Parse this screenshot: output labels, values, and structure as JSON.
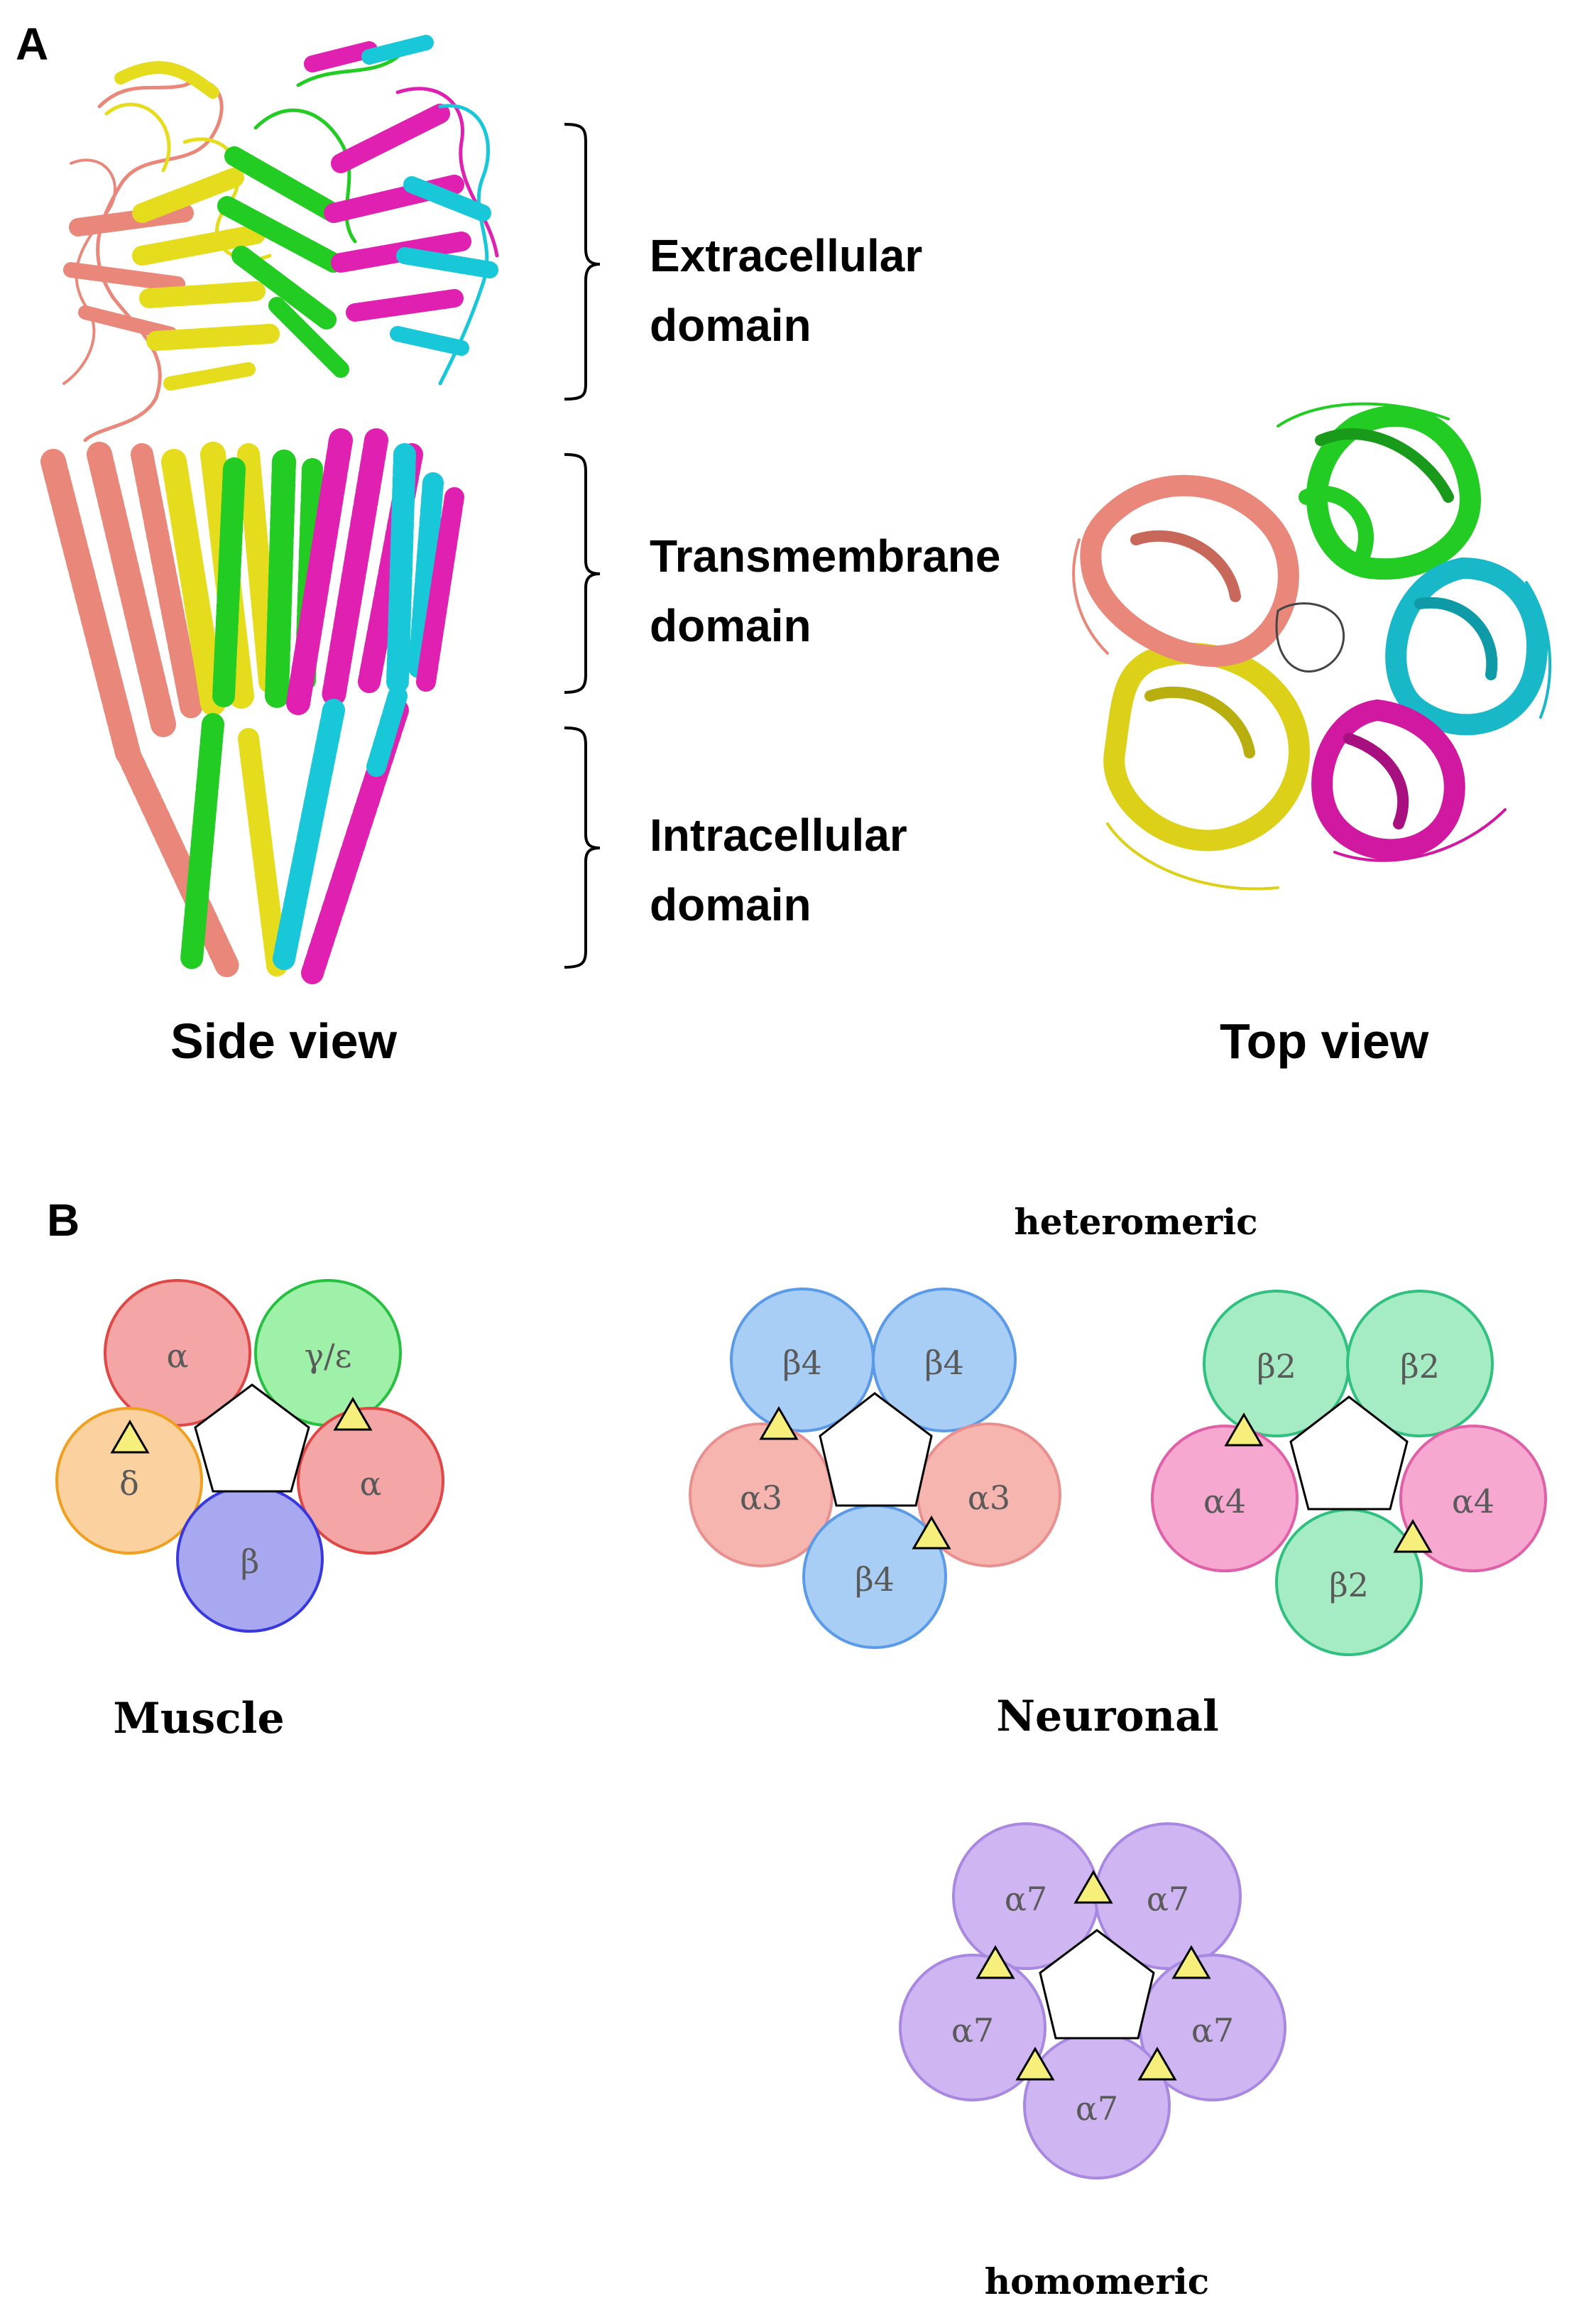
{
  "panel_a": {
    "label": "A",
    "domains": {
      "extracellular": [
        "Extracellular",
        "domain"
      ],
      "transmembrane": [
        "Transmembrane",
        "domain"
      ],
      "intracellular": [
        "Intracellular",
        "domain"
      ]
    },
    "side_view": "Side view",
    "top_view": "Top view",
    "colors": {
      "salmon": "#e8877a",
      "yellow": "#e6dc1e",
      "green": "#22cc22",
      "magenta": "#e020b0",
      "cyan": "#18c8d8"
    }
  },
  "panel_b": {
    "label": "B",
    "heteromeric": "heteromeric",
    "homomeric": "homomeric",
    "muscle": "Muscle",
    "neuronal": "Neuronal",
    "muscle_subunits": [
      "α",
      "γ/ε",
      "α",
      "β",
      "δ"
    ],
    "neuronal_a3b4": [
      "β4",
      "β4",
      "α3",
      "β4",
      "α3"
    ],
    "neuronal_a4b2": [
      "β2",
      "β2",
      "α4",
      "β2",
      "α4"
    ],
    "homomeric_a7": [
      "α7",
      "α7",
      "α7",
      "α7",
      "α7"
    ],
    "subunit_colors": {
      "alpha": "#f4a6a6",
      "alpha_stroke": "#e04848",
      "gamma": "#9ff0a8",
      "gamma_stroke": "#28c040",
      "delta": "#fbd1a0",
      "delta_stroke": "#f0a020",
      "beta": "#a8a8f0",
      "beta_stroke": "#3838e0",
      "b4": "#a9cef5",
      "b4_stroke": "#5a9ae8",
      "a3": "#f7b5b0",
      "a3_stroke": "#e89090",
      "b2": "#a5ecc4",
      "b2_stroke": "#30c080",
      "a4": "#f7a8d0",
      "a4_stroke": "#e060a8",
      "a7": "#cfb6f2",
      "a7_stroke": "#a888e0",
      "site": "#f6ef7c"
    }
  }
}
